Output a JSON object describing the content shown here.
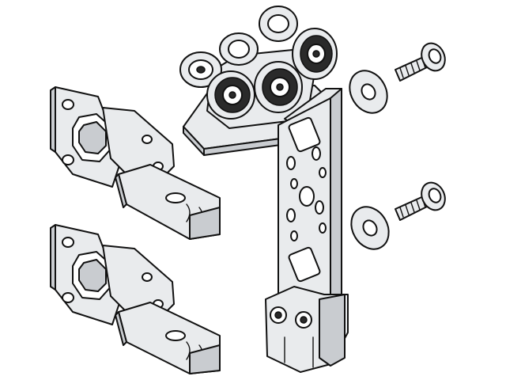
{
  "illustration": {
    "background_color": "#ffffff",
    "line_color": "#111111",
    "fill_color": "#e9ebed",
    "parts": [
      {
        "name": "roller-carriage",
        "roller_count": 6
      },
      {
        "name": "mounting-bracket"
      },
      {
        "name": "hinge-clamp",
        "count": 2
      },
      {
        "name": "washer",
        "count": 2
      },
      {
        "name": "screw",
        "count": 2
      }
    ]
  }
}
